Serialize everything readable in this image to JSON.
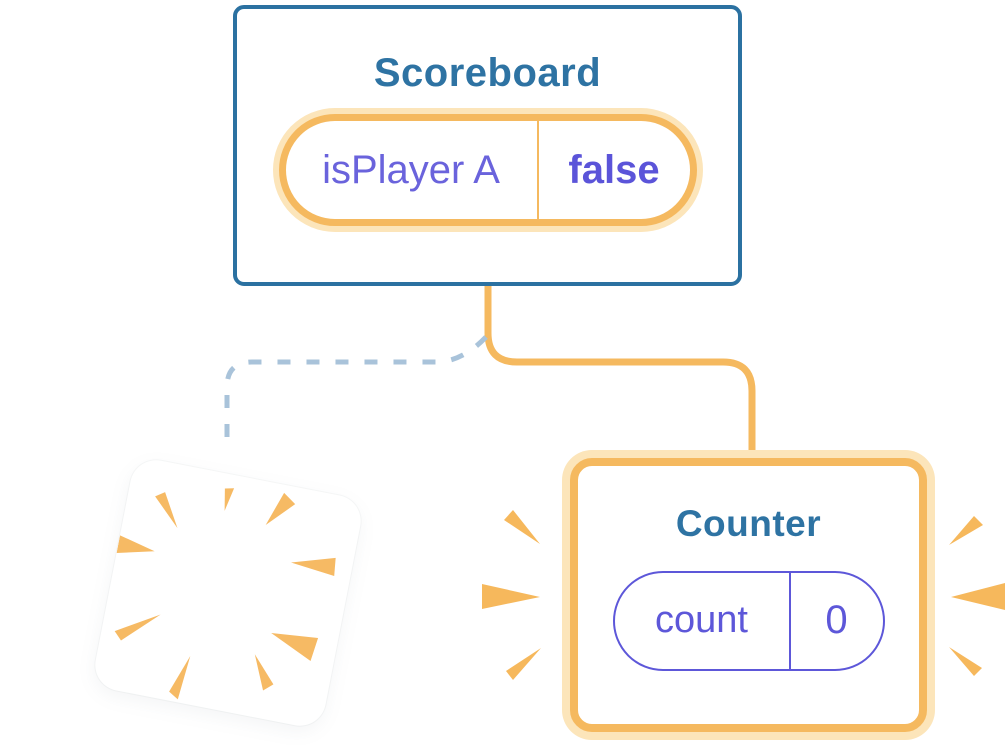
{
  "diagram": {
    "scoreboard": {
      "title": "Scoreboard",
      "state": {
        "label": "isPlayer A",
        "value": "false"
      }
    },
    "counter": {
      "title": "Counter",
      "state": {
        "label": "count",
        "value": "0"
      }
    },
    "connectors": {
      "kept_branch": "solid-orange-line-to-counter",
      "destroyed_branch": "dashed-blue-line-to-destroyed-component"
    },
    "icons": {
      "sparkle": "sparkle-icon",
      "burst": "burst-explosion-icon",
      "emphasis": "emphasis-spark-icon"
    },
    "palette": {
      "card_border_blue": "#2B71A1",
      "title_blue": "#2E73A3",
      "accent_orange": "#F5B95F",
      "accent_orange_halo": "#FCE5BA",
      "state_purple": "#6A63DC",
      "state_purple_strong": "#5D57D9",
      "dashed_line_blue": "#A9C3DA",
      "background": "#ffffff"
    }
  }
}
